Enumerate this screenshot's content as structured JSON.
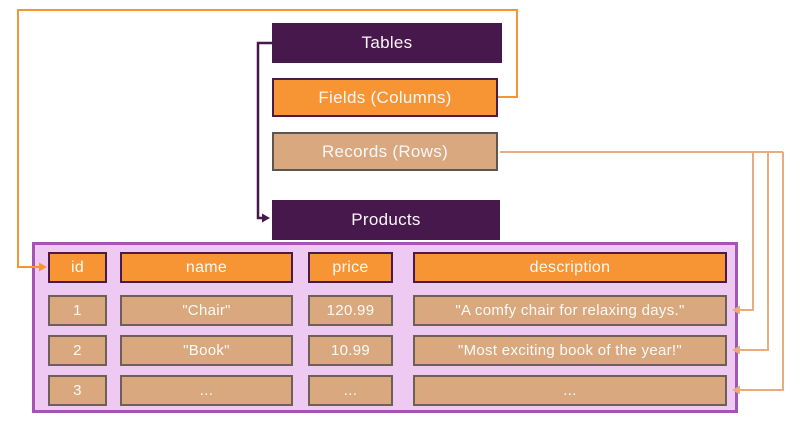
{
  "legend": {
    "tables": "Tables",
    "fields": "Fields (Columns)",
    "records": "Records (Rows)"
  },
  "table": {
    "name": "Products",
    "headers": [
      "id",
      "name",
      "price",
      "description"
    ],
    "rows": [
      {
        "cells": [
          "1",
          "\"Chair\"",
          "120.99",
          "\"A comfy chair for relaxing days.\""
        ]
      },
      {
        "cells": [
          "2",
          "\"Book\"",
          "10.99",
          "\"Most exciting book of the year!\""
        ]
      },
      {
        "cells": [
          "3",
          "...",
          "...",
          "..."
        ]
      }
    ]
  },
  "icons": {
    "arrowhead_right": "right-arrowhead",
    "arrowhead_left": "left-arrowhead"
  },
  "colors": {
    "dark_purple": "#47184b",
    "orange": "#f79433",
    "tan": "#d9a87f",
    "tan_arrow": "#e7ad80",
    "container_fill": "#eec9f2",
    "container_border": "#a256b1",
    "header_border": "#4a1a4d",
    "record_border": "#6e6057",
    "text": "#ffffff"
  }
}
